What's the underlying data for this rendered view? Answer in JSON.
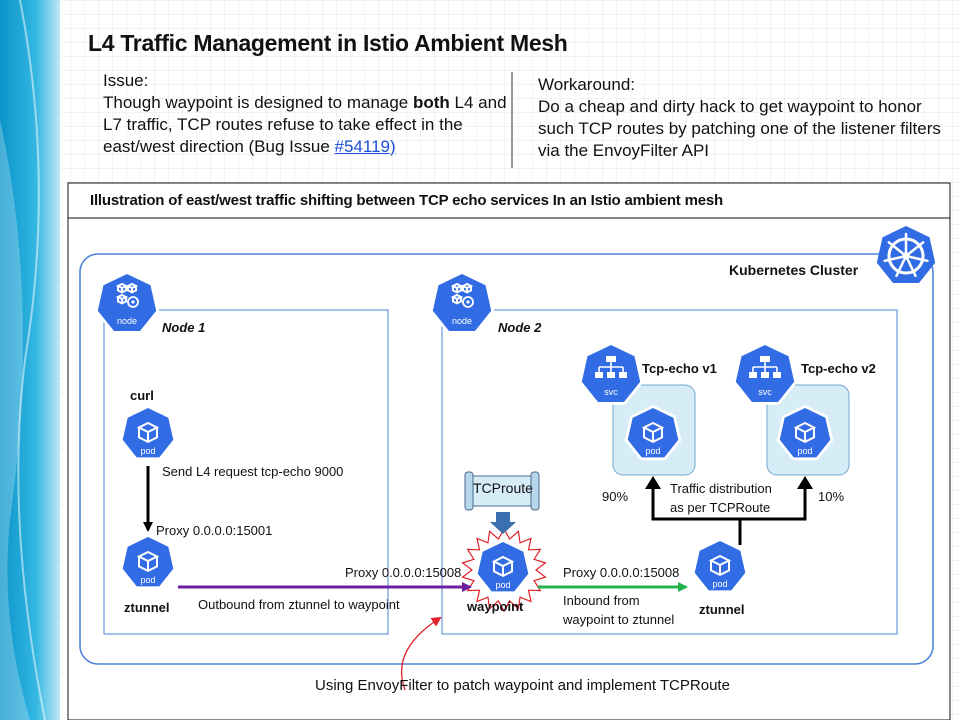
{
  "title": "L4 Traffic Management in Istio Ambient Mesh",
  "issue": {
    "heading": "Issue:",
    "text_before_bold": "Though waypoint is designed to manage ",
    "bold_word": "both",
    "text_after_bold": " L4 and L7 traffic, TCP routes refuse to take effect in the east/west direction (Bug Issue ",
    "link_text": "#54119)"
  },
  "workaround": {
    "heading": "Workaround:",
    "text": "Do a cheap and dirty hack to get waypoint to honor such TCP routes by patching one of the listener filters via the EnvoyFilter API"
  },
  "diagram": {
    "header": "Illustration of east/west traffic shifting between TCP echo services In an Istio ambient mesh",
    "cluster_label": "Kubernetes Cluster",
    "node1_label": "Node 1",
    "node2_label": "Node 2",
    "node_icon_text": "node",
    "pod_icon_text": "pod",
    "svc_icon_text": "svc",
    "curl_label": "curl",
    "send_request": "Send L4 request tcp-echo 9000",
    "proxy_15001": "Proxy 0.0.0.0:15001",
    "ztunnel1_label": "ztunnel",
    "outbound_label": "Outbound  from ztunnel to  waypoint",
    "proxy_15008_left": "Proxy 0.0.0.0:15008",
    "waypoint_label": "waypoint",
    "tcproute_label": "TCProute",
    "proxy_15008_right": "Proxy 0.0.0.0:15008",
    "inbound_line1": "Inbound  from",
    "inbound_line2": "waypoint to ztunnel",
    "ztunnel2_label": "ztunnel",
    "tcp_echo_v1": "Tcp-echo v1",
    "tcp_echo_v2": "Tcp-echo v2",
    "pct_v1": "90%",
    "pct_v2": "10%",
    "traffic_line1": "Traffic distribution",
    "traffic_line2": "as per TCPRoute",
    "envoyfilter_note": "Using EnvoyFilter to patch waypoint and implement TCPRoute"
  },
  "colors": {
    "k8s_blue": "#326ce5",
    "outbound_purple": "#6b1fa0",
    "inbound_green": "#22b14c",
    "burst_red": "#e0202a",
    "service_box_fill": "#d6edf7",
    "link_blue": "#1a4fd6"
  },
  "icons": [
    "kubernetes-wheel-icon",
    "node-icon",
    "pod-icon",
    "service-icon",
    "scroll-icon",
    "down-arrow-icon"
  ]
}
